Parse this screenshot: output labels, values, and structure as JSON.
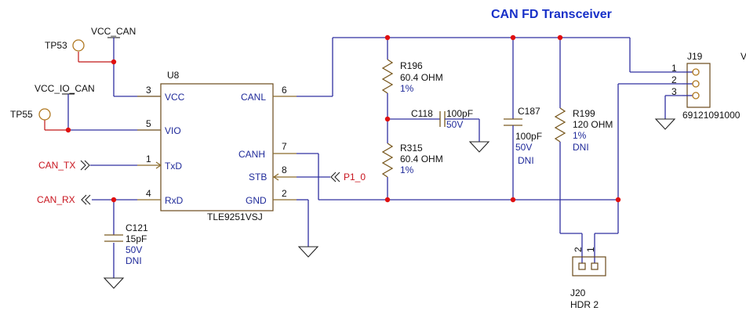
{
  "title": "CAN FD Transceiver",
  "power_nets": {
    "vcc_can": "VCC_CAN",
    "vcc_io_can": "VCC_IO_CAN"
  },
  "test_points": {
    "tp53": "TP53",
    "tp55": "TP55"
  },
  "ic": {
    "ref": "U8",
    "part": "TLE9251VSJ",
    "pins": {
      "vcc": {
        "name": "VCC",
        "num": "3"
      },
      "vio": {
        "name": "VIO",
        "num": "5"
      },
      "txd": {
        "name": "TxD",
        "num": "1"
      },
      "rxd": {
        "name": "RxD",
        "num": "4"
      },
      "canl": {
        "name": "CANL",
        "num": "6"
      },
      "canh": {
        "name": "CANH",
        "num": "7"
      },
      "stb": {
        "name": "STB",
        "num": "8"
      },
      "gnd": {
        "name": "GND",
        "num": "2"
      }
    }
  },
  "nets": {
    "can_tx": "CAN_TX",
    "can_rx": "CAN_RX",
    "p1_0": "P1_0"
  },
  "c121": {
    "ref": "C121",
    "value": "15pF",
    "voltage": "50V",
    "note": "DNI"
  },
  "r196": {
    "ref": "R196",
    "value": "60.4 OHM",
    "tol": "1%"
  },
  "r315": {
    "ref": "R315",
    "value": "60.4 OHM",
    "tol": "1%"
  },
  "c118": {
    "ref": "C118",
    "value": "100pF",
    "voltage": "50V"
  },
  "c187": {
    "ref": "C187",
    "value": "100pF",
    "voltage": "50V",
    "note": "DNI"
  },
  "r199": {
    "ref": "R199",
    "value": "120 OHM",
    "tol": "1%",
    "note": "DNI"
  },
  "j19": {
    "ref": "J19",
    "part": "69121091000",
    "pin1": "1",
    "pin2": "2",
    "pin3": "3",
    "edge": "V"
  },
  "j20": {
    "ref": "J20",
    "part": "HDR 2",
    "pin1": "1",
    "pin2": "2"
  }
}
